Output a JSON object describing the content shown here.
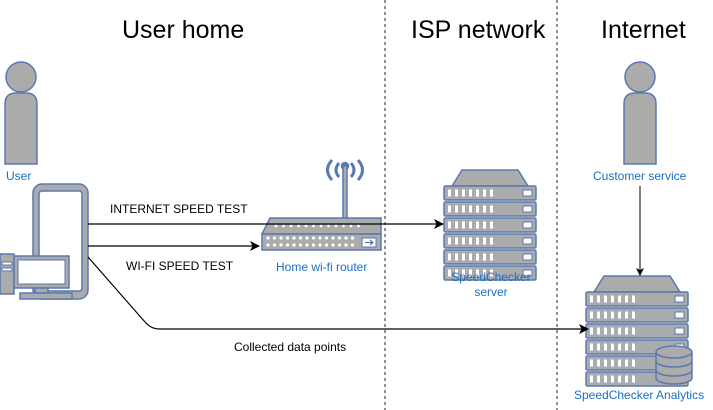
{
  "zones": {
    "user_home": "User home",
    "isp_network": "ISP network",
    "internet": "Internet"
  },
  "nodes": {
    "user": "User",
    "customer_service": "Customer service",
    "router": "Home wi-fi router",
    "speedchecker_server_line1": "SpeedChecker",
    "speedchecker_server_line2": "server",
    "speedchecker_analytics": "SpeedChecker Analytics"
  },
  "edges": {
    "internet_speed_test": "INTERNET SPEED TEST",
    "wifi_speed_test": "WI-FI SPEED TEST",
    "collected_data_points": "Collected data points"
  },
  "colors": {
    "icon_fill": "#ababab",
    "icon_stroke": "#5a79b0",
    "label_blue": "#1a6fc4"
  }
}
